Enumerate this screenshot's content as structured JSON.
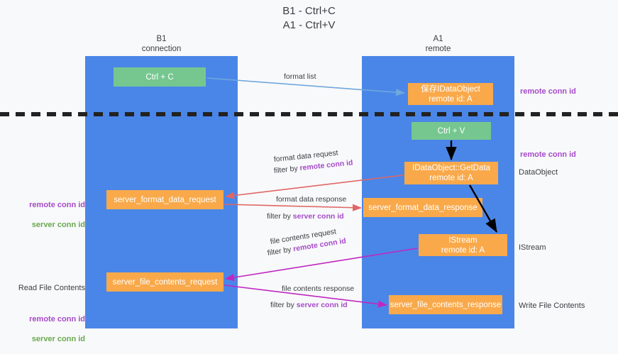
{
  "title": "B1 - Ctrl+C\nA1 - Ctrl+V",
  "lanes": {
    "b1": {
      "head": "B1\nconnection"
    },
    "a1": {
      "head": "A1\nremote"
    }
  },
  "nodes": {
    "ctrl_c": {
      "label": "Ctrl + C",
      "color": "#76c78f"
    },
    "ctrl_v": {
      "label": "Ctrl + V",
      "color": "#76c78f"
    },
    "idataobject": {
      "label": "保存IDataObject\nremote id: A",
      "color": "#f9a94a"
    },
    "getdata": {
      "label": "IDataObject::GetData\nremote id: A",
      "color": "#f9a94a"
    },
    "server_format_data_request": {
      "label": "server_format_data_request",
      "color": "#f9a94a"
    },
    "server_format_data_response": {
      "label": "server_format_data_response",
      "color": "#f9a94a"
    },
    "istream": {
      "label": "IStream\nremote id: A",
      "color": "#f9a94a"
    },
    "server_file_contents_request": {
      "label": "server_file_contents_request",
      "color": "#f9a94a"
    },
    "server_file_contents_response": {
      "label": "server_file_contents_response",
      "color": "#f9a94a"
    }
  },
  "edge_labels": {
    "format_list": "format list",
    "format_data_request": "format data request",
    "format_data_request_filter_prefix": "filter by ",
    "format_data_request_filter_key": "remote conn id",
    "format_data_response": "format data response",
    "format_data_response_filter_prefix": "filter by ",
    "format_data_response_filter_key": "server conn id",
    "file_contents_request": "file contents request",
    "file_contents_request_filter_prefix": "filter by ",
    "file_contents_request_filter_key": "remote conn id",
    "file_contents_response": "file contents response",
    "file_contents_response_filter_prefix": "filter by ",
    "file_contents_response_filter_key": "server conn id"
  },
  "left_labels": {
    "remote_conn_id": "remote conn id",
    "server_conn_id": "server conn id",
    "read_file_contents": "Read File Contents",
    "remote_conn_id_2": "remote conn id",
    "server_conn_id_2": "server conn id"
  },
  "right_labels": {
    "remote_conn_id_top": "remote conn id",
    "remote_conn_id_mid": "remote conn id",
    "dataobject": "DataObject",
    "istream": "IStream",
    "write_file_contents": "Write File Contents"
  },
  "colors": {
    "lane": "#4a86e8",
    "green_node": "#76c78f",
    "orange_node": "#f9a94a",
    "purple_text": "#a64ac9",
    "green_text": "#6aa84f",
    "arrow_blue": "#6fa8dc",
    "arrow_red": "#e06666",
    "arrow_magenta": "#c027c0",
    "arrow_black": "#000000",
    "background": "#f8f9fa"
  }
}
